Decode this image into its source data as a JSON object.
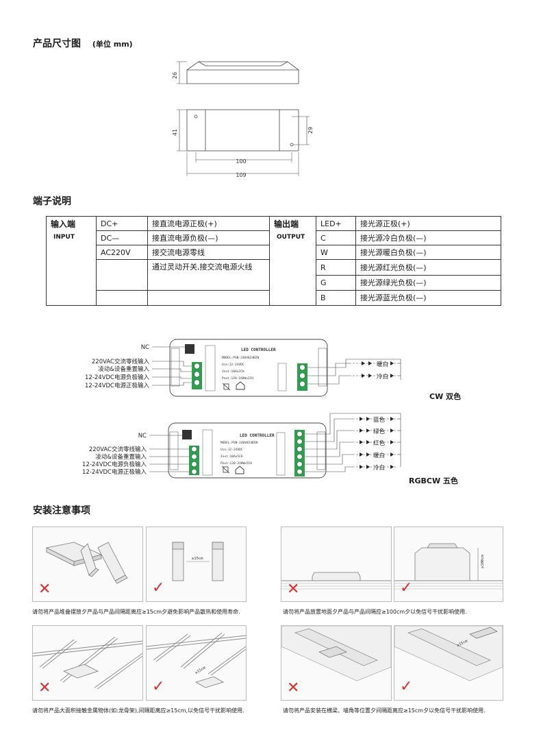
{
  "dimensions": {
    "title": "产品尺寸图",
    "unit": "(单位 mm)",
    "height": "26",
    "width_total": "41",
    "hole_pitch_v": "29",
    "hole_pitch_h": "100",
    "length_total": "109"
  },
  "terminals": {
    "title": "端子说明",
    "input_cn": "输入端",
    "input_en": "INPUT",
    "output_cn": "输出端",
    "output_en": "OUTPUT",
    "inputs": [
      {
        "pin": "DC+",
        "desc": "接直流电源正极(+)"
      },
      {
        "pin": "DC—",
        "desc": "接直流电源负极(—)"
      },
      {
        "pin": "AC220V",
        "desc": "接交流电源零线"
      },
      {
        "pin": "",
        "desc": "通过灵动开关,接交流电源火线"
      },
      {
        "pin": "",
        "desc": ""
      }
    ],
    "outputs": [
      {
        "pin": "LED+",
        "desc": "接光源正极(+)"
      },
      {
        "pin": "C",
        "desc": "接光源冷白负极(—)"
      },
      {
        "pin": "W",
        "desc": "接光源暖白负极(—)"
      },
      {
        "pin": "R",
        "desc": "接光源红光负极(—)"
      },
      {
        "pin": "G",
        "desc": "接光源绿光负极(—)"
      },
      {
        "pin": "B",
        "desc": "接光源蓝光负极(—)"
      }
    ]
  },
  "wiring": {
    "cw": {
      "mode": "CW 双色",
      "labels": [
        "NC",
        "220VAC交流零线输入",
        "凌动&设备重置输入",
        "12-24VDC电源负极输入",
        "12-24VDC电源正极输入"
      ],
      "device_title": "LED CONTROLLER",
      "model_lines": [
        "MODEL:PSN-240V024B2N",
        "Uin:12-24VDC",
        "Iout:10Ax2CH",
        "Pout:120-240Wx2CH"
      ],
      "out_labels": [
        "暖白",
        "冷白"
      ]
    },
    "rgbcw": {
      "mode": "RGBCW 五色",
      "labels": [
        "NC",
        "220VAC交流零线输入",
        "凌动&设备重置输入",
        "12-24VDC电源负极输入",
        "12-24VDC电源正极输入"
      ],
      "device_title": "LED CONTROLLER",
      "model_lines": [
        "MODEL:PSN-240V024B5N",
        "Uin:12-24VDC",
        "Iout:10Ax5CH",
        "Pout:120-240Wx5CH"
      ],
      "out_labels": [
        "蓝色",
        "绿色",
        "红色",
        "暖白",
        "冷白"
      ]
    }
  },
  "install": {
    "title": "安装注意事项",
    "spacing_label": "≥15cm",
    "height_label": "≥100cm",
    "captions": [
      "请勿将产品堆叠摆放夕产品与产品间隔距离应≥15cm夕避免影响产品散热和使用寿命.",
      "请勿将产品放置地面夕产品与产品间隔应≥100cm夕以免信号干扰影响使用.",
      "请勿将产品大面积接触金属物体(如:龙骨架),间隔距离应≥15cm,以免信号干扰影响使用.",
      "请勿将产品安装在横梁、墙角等位置夕间隔距离应≥15cm夕以免信号干扰影响使用."
    ]
  },
  "colors": {
    "wrong": "#d9302c",
    "right": "#d9302c",
    "terminal_green": "#2e9e4f"
  }
}
